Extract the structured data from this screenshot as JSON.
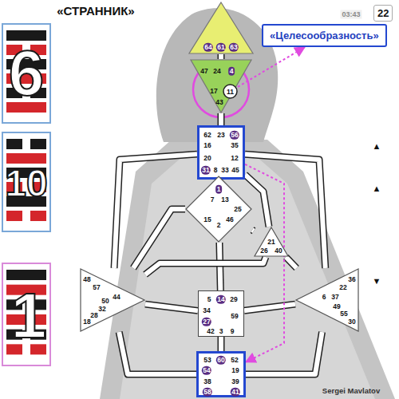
{
  "diagram": {
    "title": "«СТРАННИК»",
    "nodes": [
      {
        "text": [
          "64",
          "61",
          "63"
        ]
      },
      {
        "text": [
          "47",
          "24",
          "4",
          "17",
          "43"
        ]
      },
      {
        "text": [
          "11"
        ],
        "in": 1
      },
      {
        "text": [
          "62",
          "23",
          "56",
          "16",
          "35",
          "20",
          "12",
          "31",
          "8",
          "33",
          "45"
        ]
      },
      {
        "text": [
          "1",
          "7",
          "13",
          "25",
          "15",
          "2",
          "46"
        ]
      },
      {
        "text": [
          "21",
          "26",
          "40"
        ]
      },
      {
        "text": [
          "48",
          "57",
          "44",
          "50",
          "32",
          "28",
          "18"
        ]
      },
      {
        "text": [
          "5",
          "14",
          "29",
          "34",
          "59",
          "27",
          "42",
          "3",
          "9"
        ]
      },
      {
        "text": [
          "36",
          "22",
          "6",
          "37",
          "49",
          "55",
          "30"
        ]
      },
      {
        "text": [
          "53",
          "60",
          "52",
          "54",
          "19",
          "38",
          "39",
          "58",
          "41"
        ]
      },
      {
        "text": [
          "«Целесообразность»"
        ]
      },
      {
        "text": [
          "22"
        ]
      }
    ],
    "edges": [
      {
        "from": 0,
        "to": 1,
        "arrow": "none"
      },
      {
        "from": 1,
        "to": 3,
        "arrow": "none"
      },
      {
        "from": 3,
        "to": 4,
        "arrow": "none"
      },
      {
        "from": 3,
        "to": 6,
        "arrow": "none"
      },
      {
        "from": 3,
        "to": 5,
        "arrow": "none"
      },
      {
        "from": 3,
        "to": 8,
        "arrow": "none"
      },
      {
        "from": 4,
        "to": 7,
        "arrow": "none"
      },
      {
        "from": 4,
        "to": 5,
        "arrow": "none"
      },
      {
        "from": 4,
        "to": 6,
        "arrow": "none"
      },
      {
        "from": 5,
        "to": 6,
        "arrow": "none"
      },
      {
        "from": 5,
        "to": 8,
        "arrow": "none"
      },
      {
        "from": 6,
        "to": 7,
        "arrow": "none"
      },
      {
        "from": 6,
        "to": 9,
        "arrow": "none"
      },
      {
        "from": 8,
        "to": 7,
        "arrow": "none"
      },
      {
        "from": 8,
        "to": 9,
        "arrow": "none"
      },
      {
        "from": 7,
        "to": 9,
        "arrow": "none"
      },
      {
        "from": 2,
        "to": 10,
        "arrow": "to"
      },
      {
        "from": 3,
        "to": 9,
        "arrow": "to"
      }
    ],
    "labels": [
      "6",
      "10",
      "1",
      "03:43",
      "▲",
      "▲",
      "▼",
      "Sergei Mavlatov"
    ]
  }
}
